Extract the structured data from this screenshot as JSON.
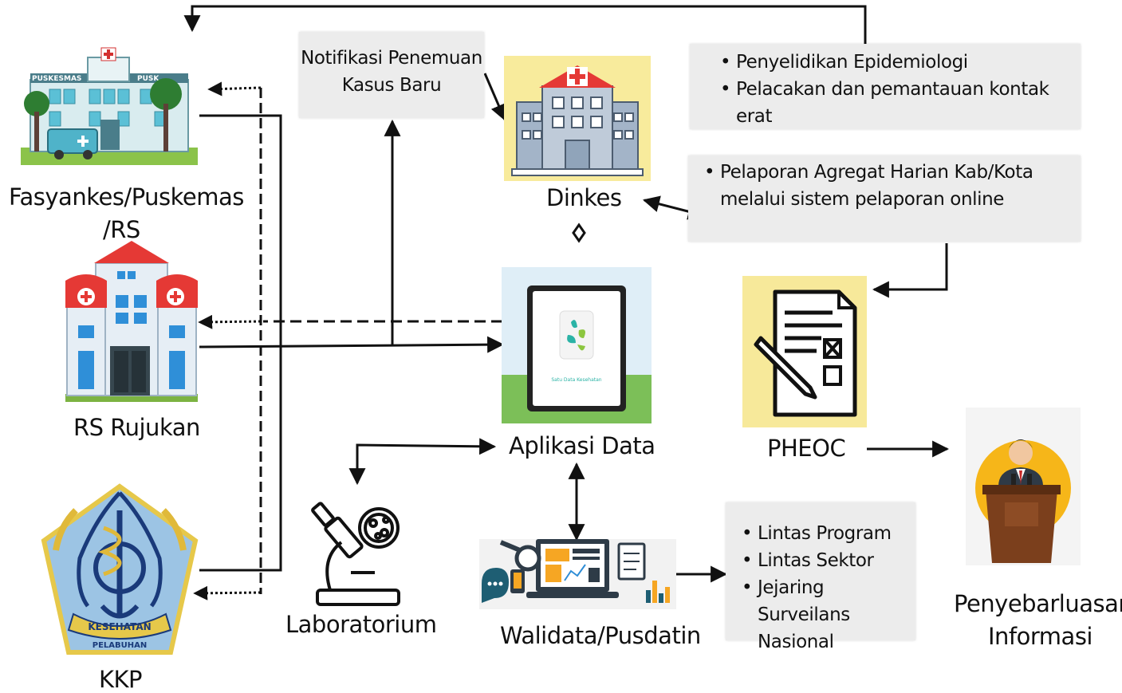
{
  "nodes": {
    "fasyankes": {
      "line1": "Fasyankes/Puskemas",
      "line2": "/RS",
      "building_text_left": "PUSKESMAS",
      "building_text_right": "PUSK"
    },
    "rs_rujukan": {
      "label": "RS Rujukan"
    },
    "kkp": {
      "label": "KKP",
      "emblem_text_top": "KESEHATAN",
      "emblem_text_bottom": "PELABUHAN"
    },
    "laboratorium": {
      "label": "Laboratorium"
    },
    "aplikasi_data": {
      "label": "Aplikasi Data",
      "screen_caption": "Satu Data Kesehatan"
    },
    "dinkes": {
      "label": "Dinkes"
    },
    "walidata": {
      "label": "Walidata/Pusdatin"
    },
    "pheoc": {
      "label": "PHEOC"
    },
    "penyebarluasan": {
      "line1": "Penyebarluasan",
      "line2": "Informasi"
    }
  },
  "notes": {
    "notifikasi": {
      "line1": "Notifikasi Penemuan",
      "line2": "Kasus Baru"
    },
    "epidemiologi": {
      "item1": "Penyelidikan Epidemiologi",
      "item2_line1": "Pelacakan dan pemantauan kontak",
      "item2_line2": "erat"
    },
    "pelaporan": {
      "line1": "Pelaporan Agregat Harian Kab/Kota",
      "line2": "melalui sistem pelaporan online"
    },
    "lintas": {
      "item1": "Lintas Program",
      "item2": "Lintas Sektor",
      "item3_line1": "Jejaring Surveilans",
      "item3_line2": "Nasional"
    }
  },
  "colors": {
    "pheoc_bg": "#f7e99a",
    "dinkes_bg": "#f8eb9c",
    "arrow": "#111111",
    "note_bg": "#ececec",
    "satusehat_teal": "#2bb3a6",
    "satusehat_green": "#8cc63f"
  }
}
